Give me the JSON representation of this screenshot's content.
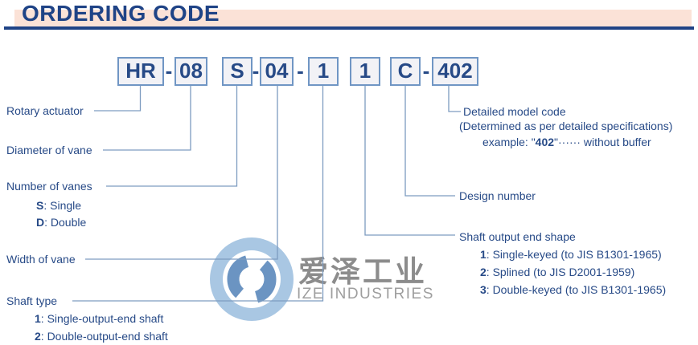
{
  "header": {
    "title": "ORDERING CODE"
  },
  "code": {
    "hyphen": "-",
    "boxes": [
      {
        "value": "HR"
      },
      {
        "value": "08"
      },
      {
        "value": "S"
      },
      {
        "value": "04"
      },
      {
        "value": "1"
      },
      {
        "value": "1"
      },
      {
        "value": "C"
      },
      {
        "value": "402"
      }
    ]
  },
  "labels": {
    "rotary_actuator": "Rotary actuator",
    "diameter_of_vane": "Diameter of vane",
    "number_of_vanes": {
      "title": "Number of vanes",
      "options": [
        {
          "key": "S",
          "desc": ": Single"
        },
        {
          "key": "D",
          "desc": ": Double"
        }
      ]
    },
    "width_of_vane": "Width of vane",
    "shaft_type": {
      "title": "Shaft type",
      "options": [
        {
          "key": "1",
          "desc": ": Single-output-end shaft"
        },
        {
          "key": "2",
          "desc": ": Double-output-end shaft"
        }
      ]
    },
    "detailed_model_code": {
      "title": "Detailed model code",
      "note": "(Determined as per detailed specifications)",
      "example_prefix": "example: \"",
      "example_code": "402",
      "example_suffix": "\"······ without buffer"
    },
    "design_number": "Design number",
    "shaft_output_end_shape": {
      "title": "Shaft output end shape",
      "options": [
        {
          "key": "1",
          "desc": ": Single-keyed (to JIS B1301-1965)"
        },
        {
          "key": "2",
          "desc": ": Splined (to JIS D2001-1959)"
        },
        {
          "key": "3",
          "desc": ": Double-keyed (to JIS B1301-1965)"
        }
      ]
    }
  },
  "watermark": {
    "cn": "爱泽工业",
    "en": "IZE INDUSTRIES"
  },
  "colors": {
    "navy": "#274a87",
    "peach": "#fbe2d7",
    "box_border": "#7096c4",
    "box_fill": "#f2f2f6",
    "connector_line": "#7d9cc0",
    "watermark_disc": "#a9c7e3",
    "watermark_glyph": "#6b94c2",
    "watermark_gray": "#8c8c8c"
  }
}
